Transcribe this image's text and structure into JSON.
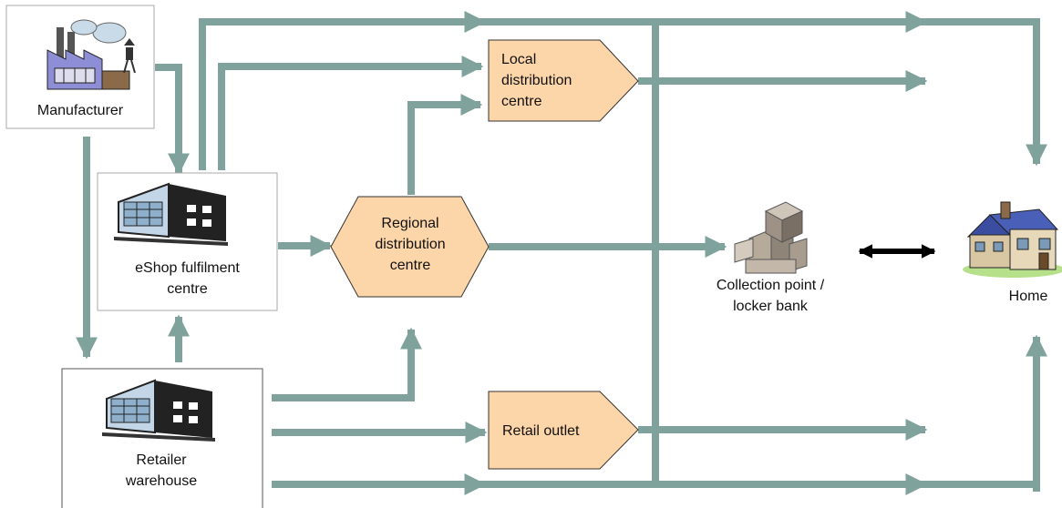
{
  "colors": {
    "flow": "#7fa39c",
    "node_fill": "#fcd5a8",
    "node_stroke": "#333333",
    "box_stroke": "#aaaaaa",
    "link": "#000000"
  },
  "nodes": {
    "manufacturer": {
      "label": "Manufacturer",
      "icon": "factory-icon"
    },
    "eshop": {
      "label_line1": "eShop fulfilment",
      "label_line2": "centre",
      "icon": "warehouse-building-icon"
    },
    "retailer": {
      "label_line1": "Retailer",
      "label_line2": "warehouse",
      "icon": "warehouse-building-icon"
    },
    "regional": {
      "label_line1": "Regional",
      "label_line2": "distribution",
      "label_line3": "centre"
    },
    "local": {
      "label_line1": "Local",
      "label_line2": "distribution",
      "label_line3": "centre"
    },
    "retail_outlet": {
      "label": "Retail outlet"
    },
    "collection": {
      "label_line1": "Collection point /",
      "label_line2": "locker bank",
      "icon": "parcels-icon"
    },
    "home": {
      "label": "Home",
      "icon": "house-icon"
    }
  }
}
